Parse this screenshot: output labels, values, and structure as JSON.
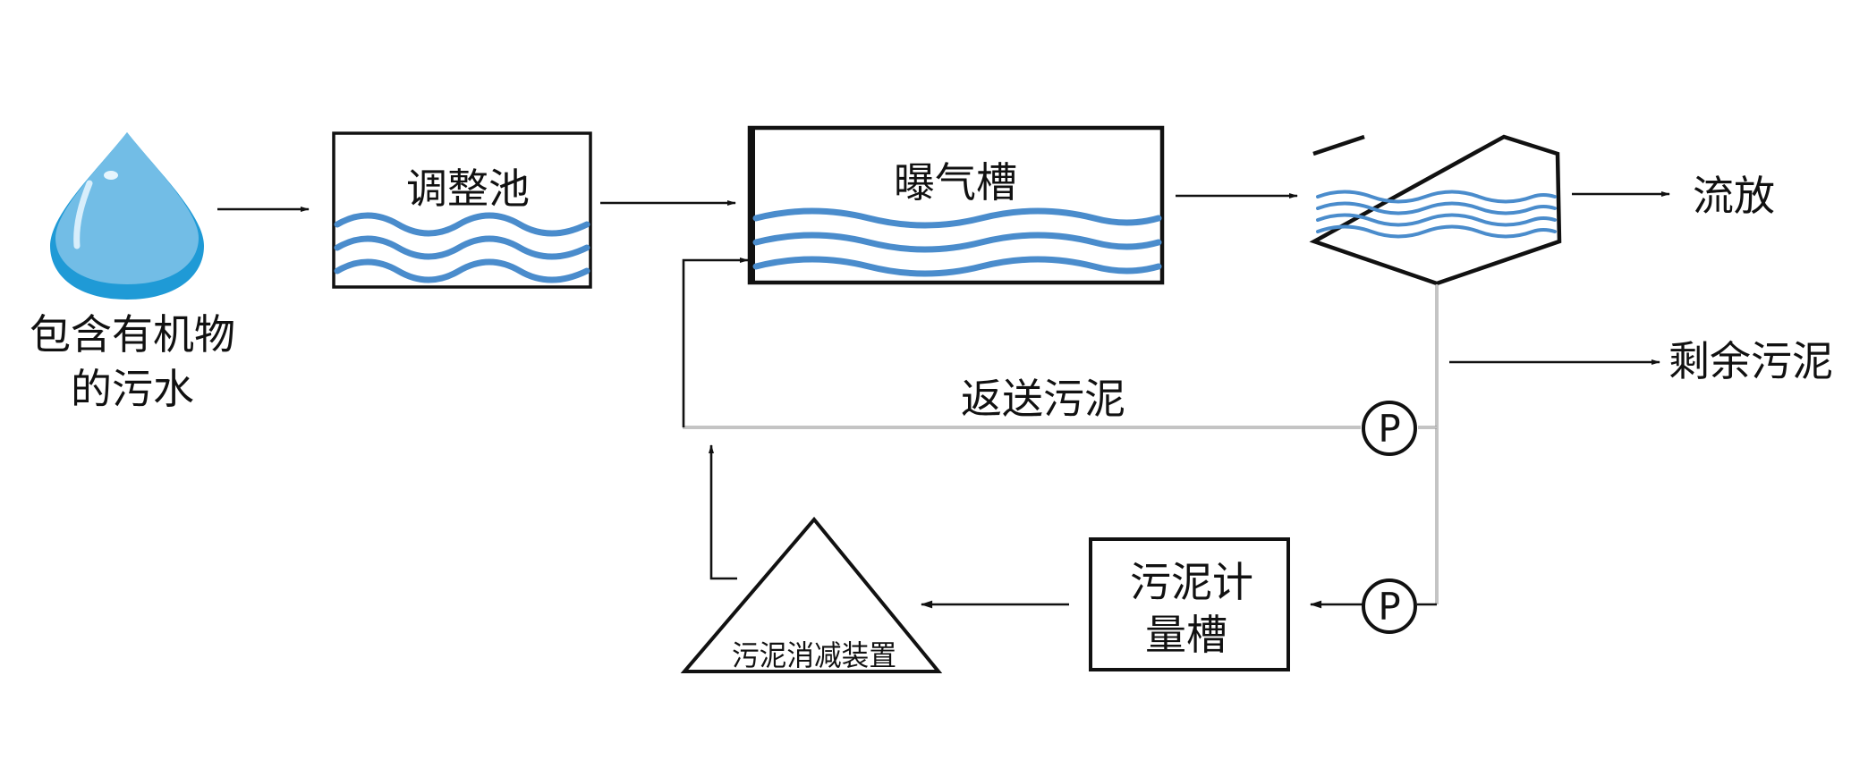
{
  "nodes": {
    "source_line1": "包含有机物",
    "source_line2": "的污水",
    "equalization_tank": "调整池",
    "aeration_tank": "曝气槽",
    "discharge": "流放",
    "excess_sludge": "剩余污泥",
    "return_sludge": "返送污泥",
    "pump_symbol": "P",
    "sludge_tank_line1": "污泥计",
    "sludge_tank_line2": "量槽",
    "reduction_device": "污泥消减装置"
  },
  "colors": {
    "water": "#4a8ccc",
    "droplet_light": "#72bde6",
    "droplet_dark": "#1f9ad6",
    "stroke": "#111111"
  },
  "icons": [
    "water-droplet-icon",
    "pump-icon",
    "pump-icon"
  ]
}
